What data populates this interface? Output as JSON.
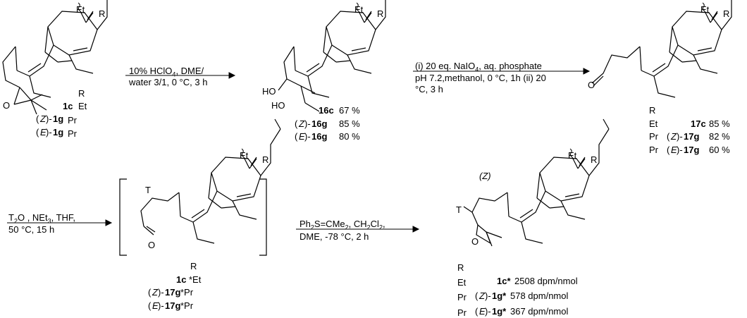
{
  "substituent": {
    "et": "Et",
    "r": "R",
    "t": "T",
    "o": "O",
    "ho": "HO",
    "z_label": "(Z)"
  },
  "row1": {
    "sm_table": {
      "header": "R",
      "rows": [
        {
          "prefix": "",
          "label": "1c",
          "suffix": "",
          "r": "Et"
        },
        {
          "prefix": "(Z)-",
          "label": "1g",
          "suffix": "",
          "r": "Pr"
        },
        {
          "prefix": "(E)-",
          "label": "1g",
          "suffix": "",
          "r": "Pr"
        }
      ]
    },
    "arrow1": {
      "reagent_line1": "10% HClO4, DME/",
      "reagent_line2": "water 3/1, 0 °C, 3 h"
    },
    "diol_yields": [
      {
        "prefix": "",
        "label": "16c",
        "yield": "67 %"
      },
      {
        "prefix": "(Z)-",
        "label": "16g",
        "yield": "85 %"
      },
      {
        "prefix": "(E)-",
        "label": "16g",
        "yield": "80 %"
      }
    ],
    "arrow2": {
      "line1": "(i) 20 eq. NaIO4, aq. phosphate",
      "line2": "pH 7.2,methanol, 0 °C, 1h (ii) 20",
      "line3": "°C, 3 h"
    },
    "aldehyde_table": {
      "header": "R",
      "rows": [
        {
          "r": "Et",
          "prefix": "",
          "label": "17c",
          "yield": "85 %"
        },
        {
          "r": "Pr",
          "prefix": "(Z)-",
          "label": "17g",
          "yield": "82 %"
        },
        {
          "r": "Pr",
          "prefix": "(E)-",
          "label": "17g",
          "yield": "60 %"
        }
      ]
    }
  },
  "row2": {
    "arrow3": {
      "line1": "T2O , NEt3, THF,",
      "line2": "50 °C, 15 h"
    },
    "bracket_table": {
      "header": "R",
      "rows": [
        {
          "prefix": "",
          "label": "1c",
          "r": "*Et"
        },
        {
          "prefix": "(Z)-",
          "label": "17g",
          "r": "*Pr"
        },
        {
          "prefix": "(E)-",
          "label": "17g",
          "r": "*Pr"
        }
      ]
    },
    "arrow4": {
      "line1": "Ph2S=CMe2, CH2Cl2,",
      "line2": "DME, -78 °C, 2 h"
    },
    "product_table": {
      "header": "R",
      "rows": [
        {
          "r": "Et",
          "prefix": "",
          "label": "1c*",
          "activity": "2508 dpm/nmol"
        },
        {
          "r": "Pr",
          "prefix": "(Z)-",
          "label": "1g*",
          "activity": "578 dpm/nmol"
        },
        {
          "r": "Pr",
          "prefix": "(E)-",
          "label": "1g*",
          "activity": "367 dpm/nmol"
        }
      ]
    }
  }
}
